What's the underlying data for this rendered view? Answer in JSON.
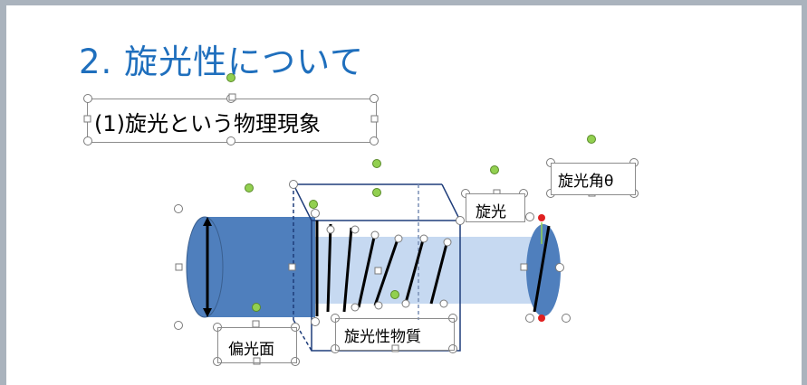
{
  "slide": {
    "title": "2. 旋光性について",
    "subtitle": "(1)旋光という物理現象"
  },
  "labels": {
    "polarization_plane": "偏光面",
    "optical_substance": "旋光性物質",
    "rotation": "旋光",
    "rotation_angle": "旋光角θ"
  },
  "colors": {
    "title": "#1f6fbd",
    "cylinder_dark": "#4f7fbd",
    "cylinder_light": "#c6d9f1",
    "handle": "#92d050",
    "selection": "#8c8c8c"
  }
}
